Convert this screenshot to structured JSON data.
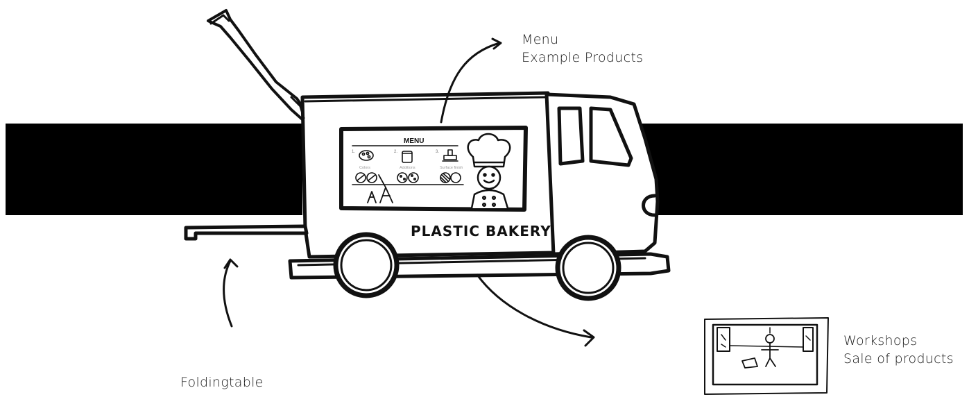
{
  "annotations": {
    "menu": {
      "line1": "Menu",
      "line2": "Example Products"
    },
    "folding_table": {
      "line1": "Foldingtable"
    },
    "workshops": {
      "line1": "Workshops",
      "line2": "Sale of products"
    }
  },
  "truck": {
    "menu_board": {
      "title": "MENU",
      "steps": [
        {
          "number": "1.",
          "label": "Colors",
          "icon": "palette-icon"
        },
        {
          "number": "2.",
          "label": "Additions",
          "icon": "jar-icon"
        },
        {
          "number": "3.",
          "label": "Surface finish",
          "icon": "stamp-icon"
        }
      ]
    },
    "brand": "PLASTIC BAKERY"
  },
  "colors": {
    "ink": "#111111",
    "band": "#000000",
    "background": "#ffffff"
  }
}
